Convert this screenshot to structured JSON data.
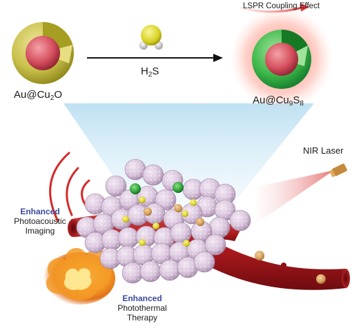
{
  "labels": {
    "lspr": "LSPR Coupling Effect",
    "reagent": {
      "main": "H",
      "sub": "2",
      "tail": "S"
    },
    "precursor": {
      "a": "Au@Cu",
      "b": "2",
      "c": "O"
    },
    "product": {
      "a": "Au@Cu",
      "b": "9",
      "c": "S",
      "d": "8"
    },
    "nir_laser": "NIR Laser",
    "photoacoustic": {
      "emph": "Enhanced",
      "line1": "Photoacoustic",
      "line2": "Imaging"
    },
    "photothermal": {
      "emph": "Enhanced",
      "line1": "Photothermal",
      "line2": "Therapy"
    }
  },
  "colors": {
    "precursor_shell": "#c9c04a",
    "product_shell": "#3db84a",
    "core": "#d6505f",
    "vessel": "#a8181c",
    "cluster_particle": "#d9c4dc",
    "laser": "#e46a6a",
    "glow": "#ff6e5e",
    "emphasis": "#3c4a9c"
  },
  "icons": [
    "core-shell-nanoparticle-icon",
    "h2s-molecule-icon",
    "reaction-arrow-icon",
    "laser-pointer-icon",
    "sound-wave-icon",
    "heat-flame-icon",
    "blood-vessel-icon",
    "tumor-cluster-icon"
  ]
}
